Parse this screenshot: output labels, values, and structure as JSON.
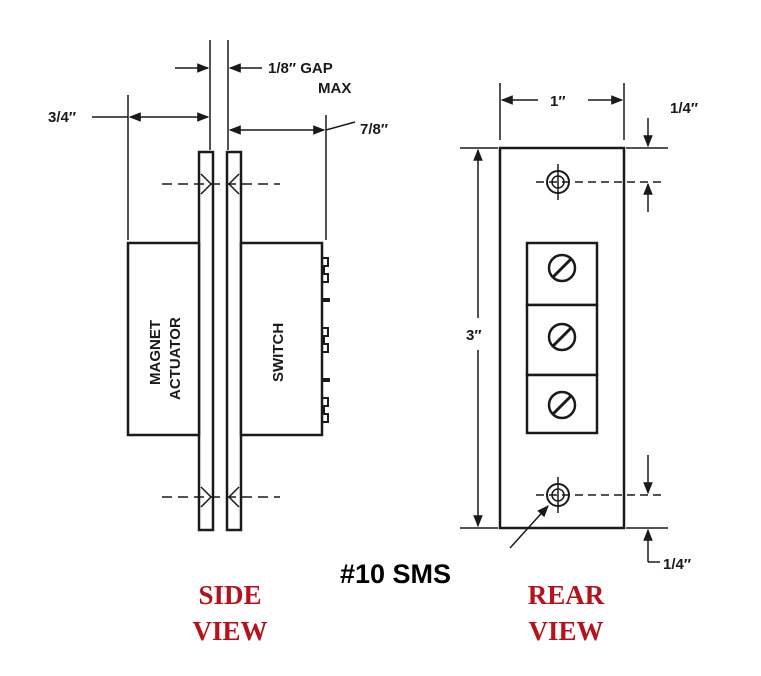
{
  "side_view": {
    "gap_label_1": "1/8″ GAP",
    "gap_label_2": "MAX",
    "left_dim": "3/4″",
    "right_dim": "7/8″",
    "actuator_label_1": "MAGNET",
    "actuator_label_2": "ACTUATOR",
    "switch_label": "SWITCH",
    "caption_1": "SIDE",
    "caption_2": "VIEW"
  },
  "rear_view": {
    "width_dim": "1″",
    "height_dim": "3″",
    "top_offset_dim": "1/4″",
    "bottom_offset_dim": "1/4″",
    "screw_callout": "#10 SMS",
    "caption_1": "REAR",
    "caption_2": "VIEW"
  },
  "colors": {
    "caption": "#b5121b",
    "line": "#1a1a1a"
  }
}
